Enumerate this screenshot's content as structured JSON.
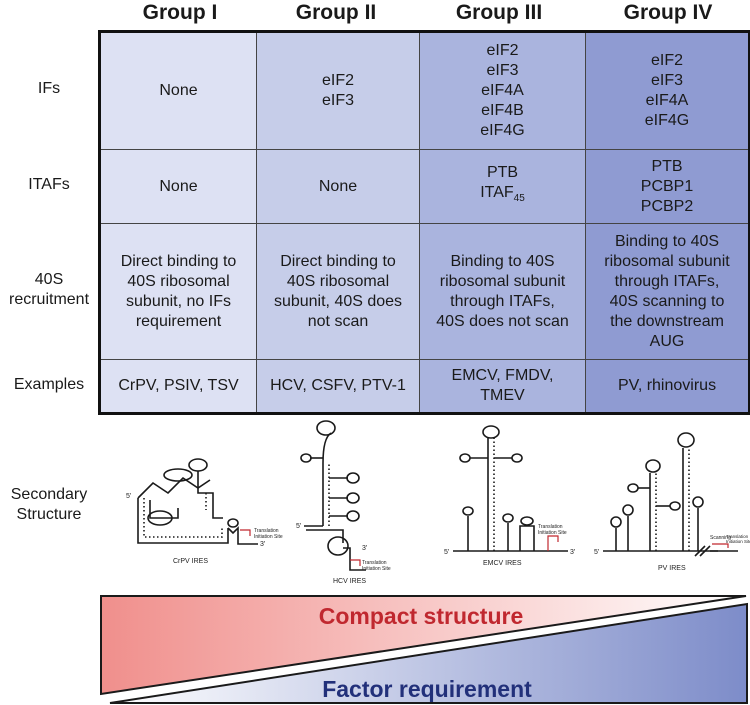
{
  "headers": [
    "Group I",
    "Group II",
    "Group III",
    "Group IV"
  ],
  "rows": {
    "ifs": {
      "label": "IFs",
      "cells": [
        [
          "None"
        ],
        [
          "eIF2",
          "eIF3"
        ],
        [
          "eIF2",
          "eIF3",
          "eIF4A",
          "eIF4B",
          "eIF4G"
        ],
        [
          "eIF2",
          "eIF3",
          "eIF4A",
          "eIF4G"
        ]
      ]
    },
    "itafs": {
      "label": "ITAFs",
      "cells": [
        [
          "None"
        ],
        [
          "None"
        ],
        [
          "PTB",
          "ITAF"
        ],
        [
          "PTB",
          "PCBP1",
          "PCBP2"
        ]
      ],
      "itaf_subscript": "45"
    },
    "recruit": {
      "label_line1": "40S",
      "label_line2": "recruitment",
      "cells": [
        [
          "Direct binding to",
          "40S ribosomal",
          "subunit, no IFs",
          "requirement"
        ],
        [
          "Direct binding to",
          "40S ribosomal",
          "subunit, 40S does",
          "not scan"
        ],
        [
          "Binding to 40S",
          "ribosomal subunit",
          "through ITAFs,",
          "40S does not scan"
        ],
        [
          "Binding to 40S",
          "ribosomal subunit",
          "through ITAFs,",
          "40S scanning to",
          "the downstream",
          "AUG"
        ]
      ]
    },
    "examples": {
      "label": "Examples",
      "cells": [
        [
          "CrPV, PSIV, TSV"
        ],
        [
          "HCV, CSFV, PTV-1"
        ],
        [
          "EMCV, FMDV,",
          "TMEV"
        ],
        [
          "PV, rhinovirus"
        ]
      ]
    }
  },
  "secondary": {
    "label_line1": "Secondary",
    "label_line2": "Structure",
    "captions": [
      "CrPV IRES",
      "HCV IRES",
      "EMCV IRES",
      "PV IRES"
    ],
    "five_prime": "5'",
    "three_prime": "3'",
    "tis_line1": "Translation",
    "tis_line2": "Initiation Site",
    "scanning": "Scanning"
  },
  "gradient": {
    "compact": "Compact structure",
    "factor": "Factor requirement",
    "compact_color": "#c0282f",
    "factor_color": "#22307a"
  }
}
